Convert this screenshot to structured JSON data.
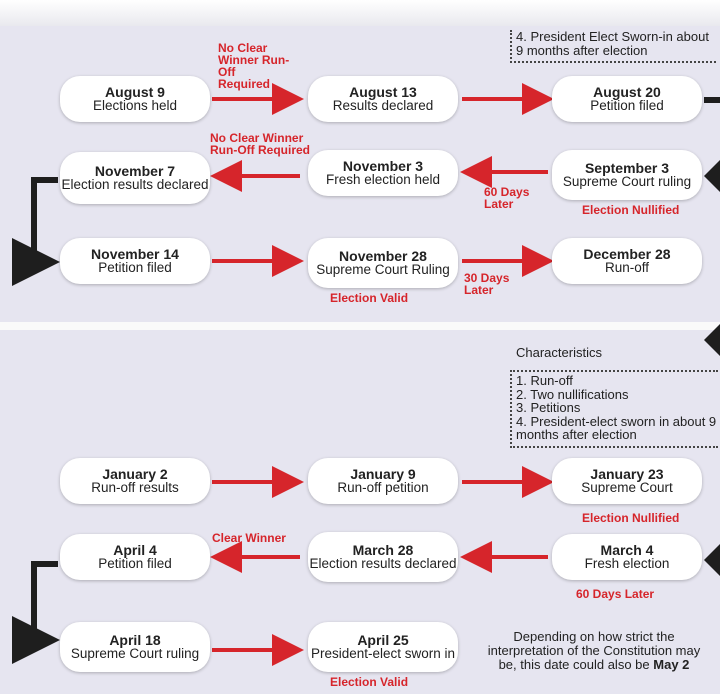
{
  "nodes": {
    "aug9": {
      "date": "August 9",
      "text": "Elections held"
    },
    "aug13": {
      "date": "August 13",
      "text": "Results declared"
    },
    "aug20": {
      "date": "August 20",
      "text": "Petition filed"
    },
    "nov7": {
      "date": "November 7",
      "text": "Election results declared"
    },
    "nov3": {
      "date": "November 3",
      "text": "Fresh election held"
    },
    "sep3": {
      "date": "September 3",
      "text": "Supreme Court ruling"
    },
    "nov14": {
      "date": "November 14",
      "text": "Petition filed"
    },
    "nov28": {
      "date": "November 28",
      "text": "Supreme Court Ruling"
    },
    "dec28": {
      "date": "December 28",
      "text": "Run-off"
    },
    "jan2": {
      "date": "January 2",
      "text": "Run-off results"
    },
    "jan9": {
      "date": "January 9",
      "text": "Run-off petition"
    },
    "jan23": {
      "date": "January 23",
      "text": "Supreme Court"
    },
    "apr4": {
      "date": "April 4",
      "text": "Petition filed"
    },
    "mar28": {
      "date": "March 28",
      "text": "Election results declared"
    },
    "mar4": {
      "date": "March 4",
      "text": "Fresh election"
    },
    "apr18": {
      "date": "April 18",
      "text": "Supreme Court ruling"
    },
    "apr25": {
      "date": "April 25",
      "text": "President-elect sworn in"
    }
  },
  "labels": {
    "no_clear_winner_runoff": "No Clear Winner Run-Off Required",
    "no_clear_winner_runoff2": "No Clear Winner Run-Off Required",
    "sixty_days_later": "60 Days Later",
    "election_nullified_1": "Election Nullified",
    "election_valid_1": "Election Valid",
    "thirty_days_later": "30 Days Later",
    "election_nullified_2": "Election Nullified",
    "clear_winner": "Clear Winner",
    "sixty_days_later_2": "60 Days Later",
    "election_valid_2": "Election Valid"
  },
  "notes": {
    "top_item": "4. President Elect Sworn-in about 9 months after election",
    "characteristics_title": "Characteristics",
    "char_1": "1. Run-off",
    "char_2": "2. Two nullifications",
    "char_3": "3. Petitions",
    "char_4": "4. President-elect sworn in about 9 months after election",
    "footnote": "Depending on how strict the interpretation of the Constitution may be, this date could also be",
    "footnote_bold": "May 2"
  },
  "colors": {
    "arrow": "#d6252b",
    "connector": "#1e1e1e",
    "panel": "#e6e5f0"
  }
}
